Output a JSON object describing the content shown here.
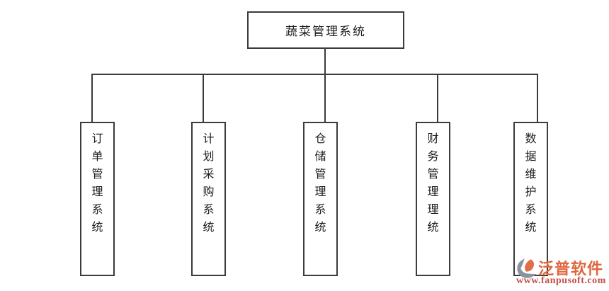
{
  "diagram": {
    "title": "蔬菜管理系统",
    "modules": [
      "订单管理系统",
      "计划采购系统",
      "仓储管理系统",
      "财务管理理统",
      "数据维护系统"
    ]
  },
  "watermark": {
    "brand": "泛普软件",
    "url": "www.fanpusoft.com"
  },
  "icons": {
    "watermark_logo": "fanpu-logo-icon"
  },
  "colors": {
    "background": "#ffffff",
    "line": "#3b3b3b",
    "text": "#1c1c1c",
    "brand_orange": "#e0663f",
    "url_red": "#c2504a",
    "logo_gray": "#8b93a1",
    "logo_orange": "#df6e4a"
  }
}
